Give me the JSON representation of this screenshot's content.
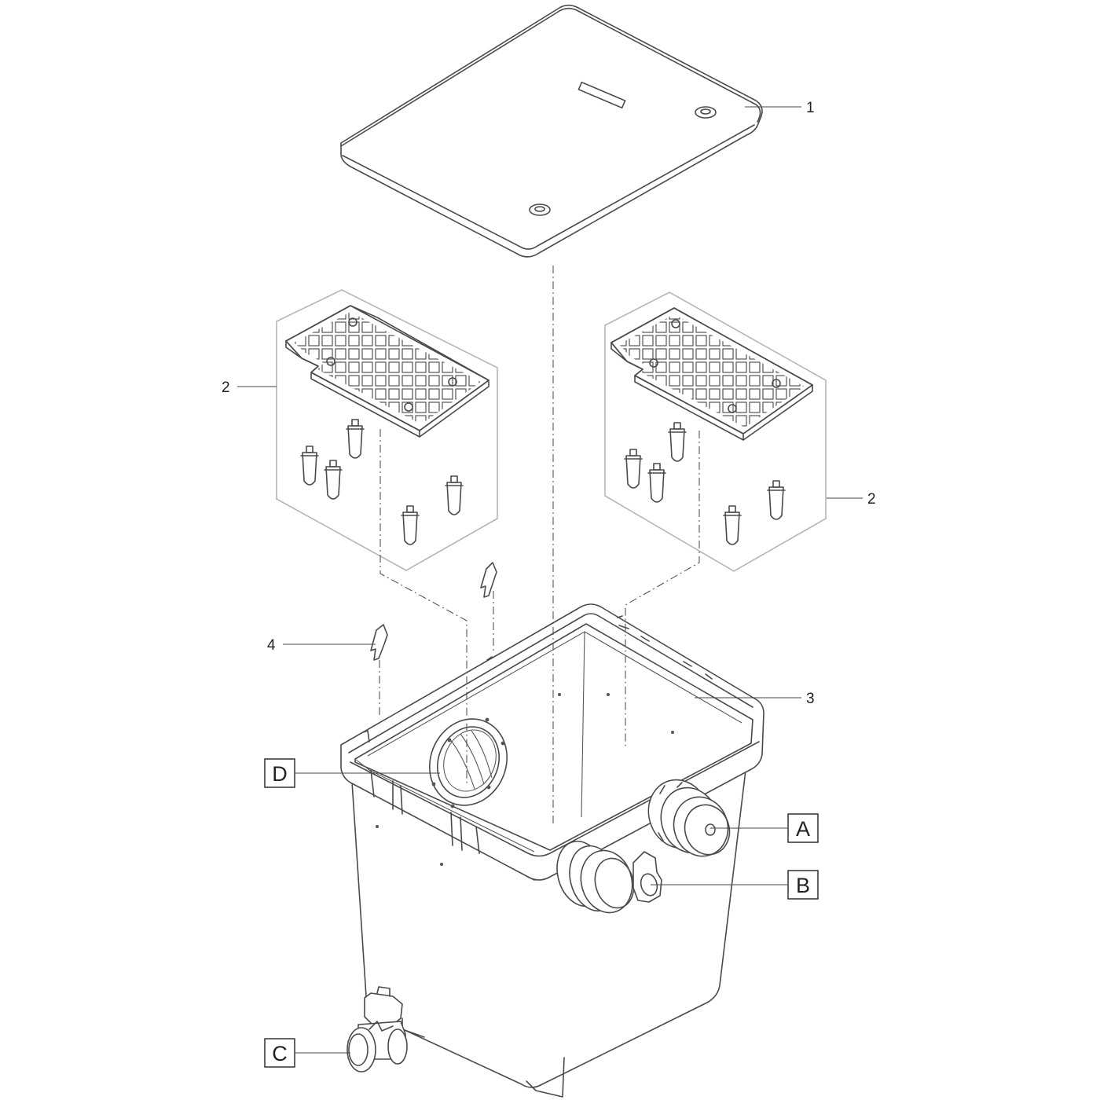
{
  "callouts": {
    "part_1": "1",
    "part_2_left": "2",
    "part_2_right": "2",
    "part_3": "3",
    "part_4": "4"
  },
  "connections": {
    "A": "A",
    "B": "B",
    "C": "C",
    "D": "D"
  },
  "colors": {
    "line": "#4a4a4a",
    "kit_outline": "#b5b5b5",
    "background": "#ffffff"
  }
}
